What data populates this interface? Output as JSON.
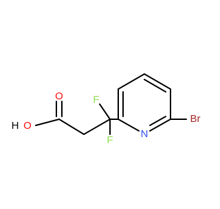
{
  "molecule": {
    "atoms": {
      "oxygen_carbonyl": "O",
      "hydroxyl_h": "H",
      "hydroxyl_o": "O",
      "fluorine_top": "F",
      "fluorine_bottom": "F",
      "ring_nitrogen": "N",
      "bromine": "Br"
    },
    "colors": {
      "bond": "#000000",
      "oxygen": "#ff0d0d",
      "fluorine": "#90e050",
      "nitrogen": "#3050f8",
      "bromine": "#a62929",
      "hydrogen": "#000000"
    }
  }
}
